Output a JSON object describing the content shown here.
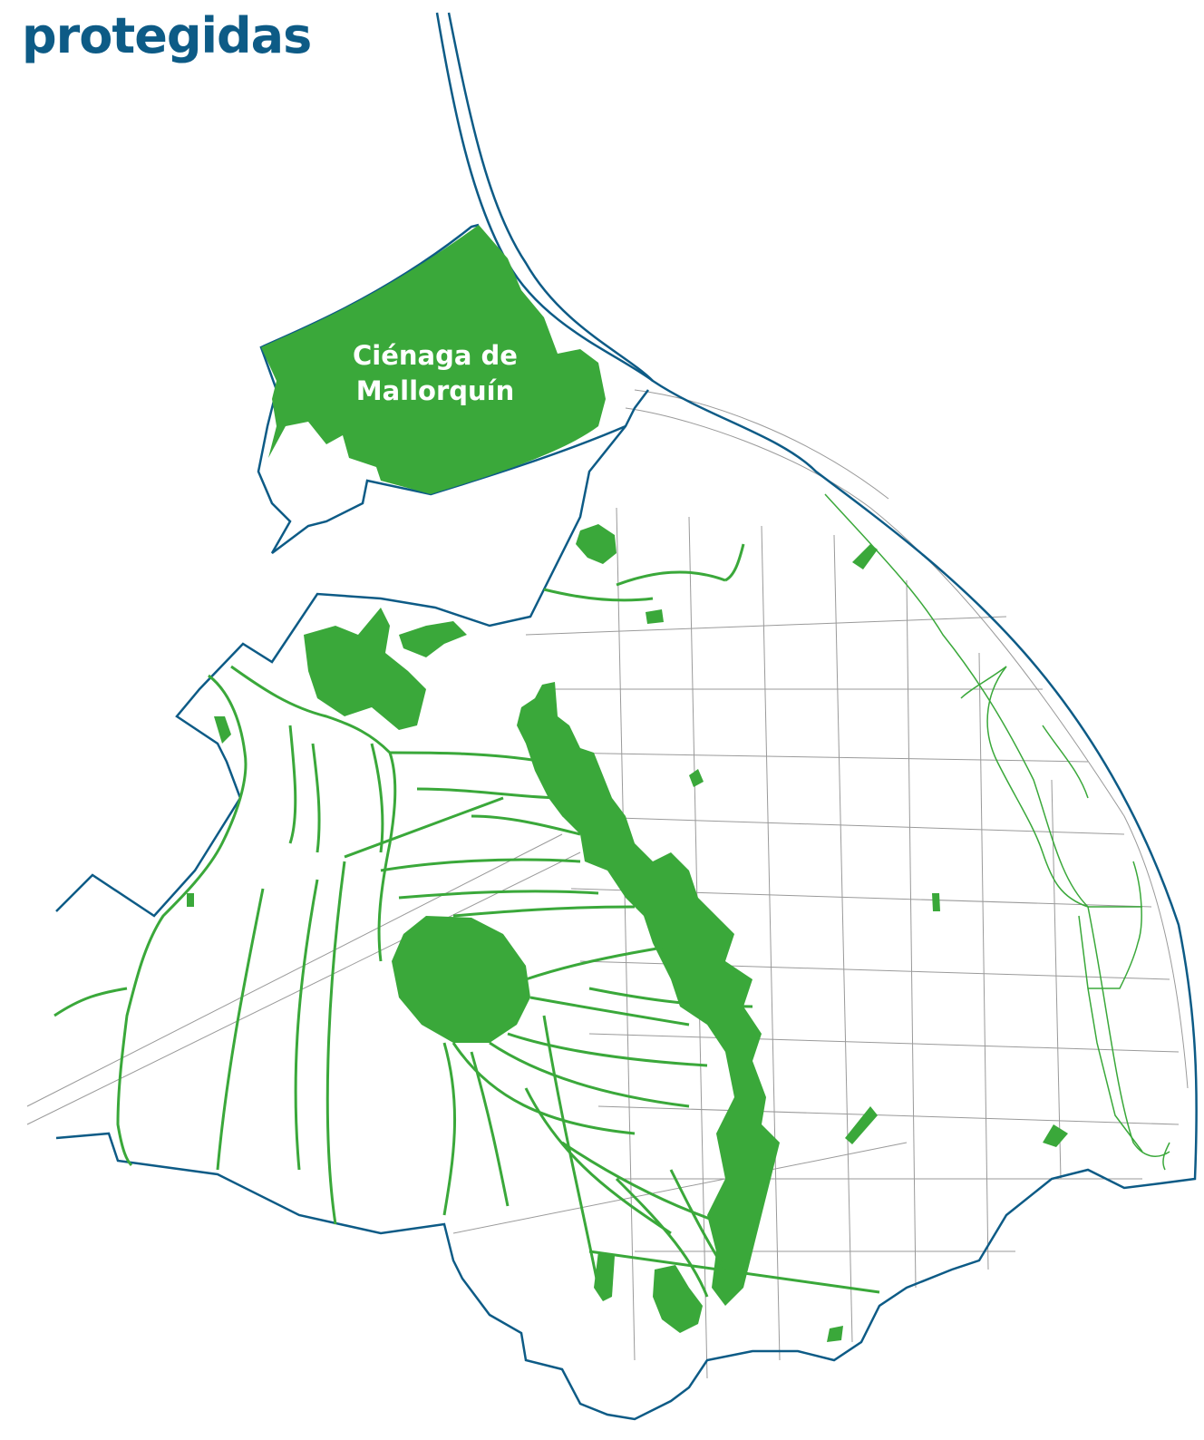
{
  "map": {
    "title": "protegidas",
    "labels": {
      "cienaga_line1": "Ciénaga de",
      "cienaga_line2": "Mallorquín"
    },
    "colors": {
      "boundary": "#0d5b86",
      "protected_area": "#3aa83a",
      "streets": "#9a9a9a",
      "background": "#ffffff",
      "title": "#0d5b86"
    }
  }
}
